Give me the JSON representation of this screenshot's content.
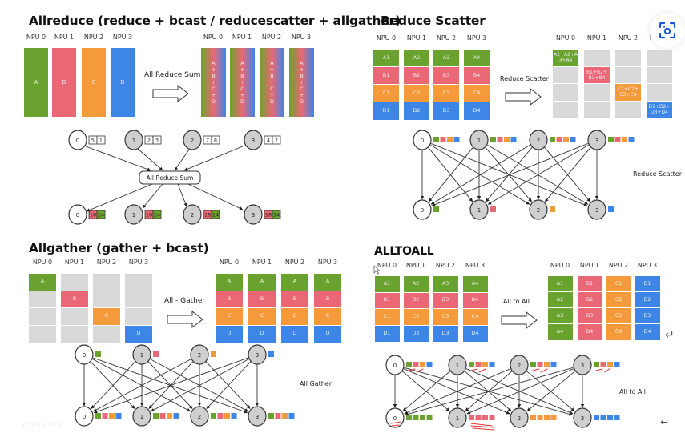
{
  "colors": {
    "green": "#6aa22f",
    "red": "#ea6875",
    "orange": "#f59a3b",
    "blue": "#3d86e8",
    "empty": "#d9d9d9",
    "node_white": "#ffffff",
    "node_gray": "#cfcfcf",
    "annotation_red": "#e03030"
  },
  "npu_labels": [
    "NPU 0",
    "NPU 1",
    "NPU 2",
    "NPU 3"
  ],
  "allreduce": {
    "title": "Allreduce   (reduce + bcast / reducescatter + allgather)",
    "op_label": "All Reduce Sum",
    "before": [
      [
        "A"
      ],
      [
        "B"
      ],
      [
        "C"
      ],
      [
        "D"
      ]
    ],
    "after_label": [
      "A",
      "+",
      "B",
      "+",
      "C",
      "+",
      "D"
    ],
    "graph": {
      "center_label": "All Reduce Sum",
      "nodes": [
        "0",
        "1",
        "2",
        "3"
      ],
      "inputs": [
        [
          "5",
          "1"
        ],
        [
          "2",
          "3"
        ],
        [
          "7",
          "8"
        ],
        [
          "4",
          "2"
        ]
      ],
      "outputs": [
        [
          "18",
          "14"
        ],
        [
          "18",
          "14"
        ],
        [
          "18",
          "14"
        ],
        [
          "18",
          "14"
        ]
      ]
    }
  },
  "reduce_scatter": {
    "title": "Reduce Scatter",
    "op_label": "Reduce Scatter",
    "graph_label": "Reduce Scatter",
    "before": [
      [
        "A1",
        "B1",
        "C1",
        "D1"
      ],
      [
        "A2",
        "B2",
        "C2",
        "D2"
      ],
      [
        "A3",
        "B3",
        "C3",
        "D3"
      ],
      [
        "A4",
        "B4",
        "C4",
        "D4"
      ]
    ],
    "after": [
      [
        "A1+A2+A 3+A4",
        "",
        "",
        ""
      ],
      [
        "",
        "B1+B2+ B3+B4",
        "",
        ""
      ],
      [
        "",
        "",
        "C1+C2+ C3+C4",
        ""
      ],
      [
        "",
        "",
        "",
        "D1+D2+ D3+D4"
      ]
    ],
    "graph": {
      "nodes": [
        "0",
        "1",
        "2",
        "3"
      ]
    }
  },
  "allgather": {
    "title": "Allgather (gather + bcast)",
    "op_label": "All - Gather",
    "graph_label": "All Gather",
    "before": [
      [
        "A",
        "",
        "",
        ""
      ],
      [
        "",
        "B",
        "",
        ""
      ],
      [
        "",
        "",
        "C",
        ""
      ],
      [
        "",
        "",
        "",
        "D"
      ]
    ],
    "after": [
      [
        "A",
        "B",
        "C",
        "D"
      ],
      [
        "A",
        "B",
        "C",
        "D"
      ],
      [
        "A",
        "B",
        "C",
        "D"
      ],
      [
        "A",
        "B",
        "C",
        "D"
      ]
    ],
    "graph": {
      "nodes": [
        "0",
        "1",
        "2",
        "3"
      ]
    }
  },
  "alltoall": {
    "title": "ALLTOALL",
    "op_label": "All to All",
    "graph_label": "All to All",
    "before": [
      [
        "A1",
        "B1",
        "C1",
        "D1"
      ],
      [
        "A2",
        "B2",
        "C2",
        "D2"
      ],
      [
        "A3",
        "B3",
        "C3",
        "D3"
      ],
      [
        "A4",
        "B4",
        "C4",
        "D4"
      ]
    ],
    "after": [
      [
        "A1",
        "A2",
        "A3",
        "A4"
      ],
      [
        "B1",
        "B2",
        "B3",
        "B4"
      ],
      [
        "C1",
        "C2",
        "C3",
        "C4"
      ],
      [
        "D1",
        "D2",
        "D3",
        "D4"
      ]
    ],
    "graph": {
      "nodes": [
        "0",
        "1",
        "2",
        "3"
      ]
    }
  },
  "overlay": {
    "lens_icon": "visual-search-icon",
    "return_glyph": "↵"
  }
}
